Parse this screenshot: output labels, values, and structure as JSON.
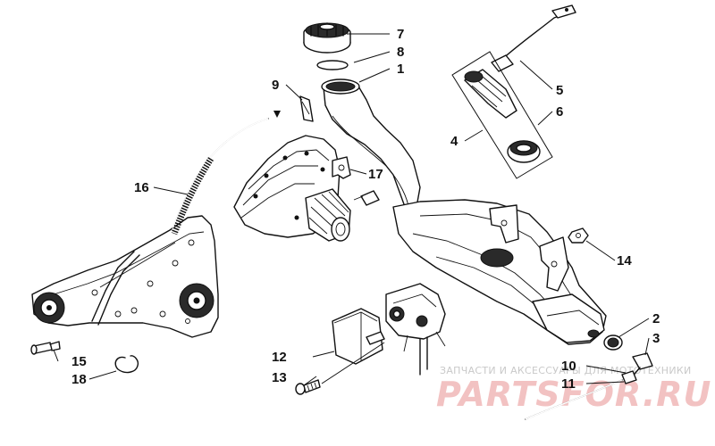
{
  "callouts": [
    {
      "id": "c1",
      "text": "1"
    },
    {
      "id": "c2",
      "text": "2"
    },
    {
      "id": "c3",
      "text": "3"
    },
    {
      "id": "c4",
      "text": "4"
    },
    {
      "id": "c5",
      "text": "5"
    },
    {
      "id": "c6",
      "text": "6"
    },
    {
      "id": "c7",
      "text": "7"
    },
    {
      "id": "c8",
      "text": "8"
    },
    {
      "id": "c9",
      "text": "9"
    },
    {
      "id": "c10",
      "text": "10"
    },
    {
      "id": "c11",
      "text": "11"
    },
    {
      "id": "c12",
      "text": "12"
    },
    {
      "id": "c13",
      "text": "13"
    },
    {
      "id": "c14",
      "text": "14"
    },
    {
      "id": "c15",
      "text": "15"
    },
    {
      "id": "c16",
      "text": "16"
    },
    {
      "id": "c17",
      "text": "17"
    },
    {
      "id": "c18",
      "text": "18"
    }
  ],
  "watermark": {
    "tagline": "ЗАПЧАСТИ И АКСЕССУАРЫ ДЛЯ МОТОТЕХНИКИ",
    "logo": "PARTSFOR.RU",
    "color": "#e8a0a0"
  }
}
